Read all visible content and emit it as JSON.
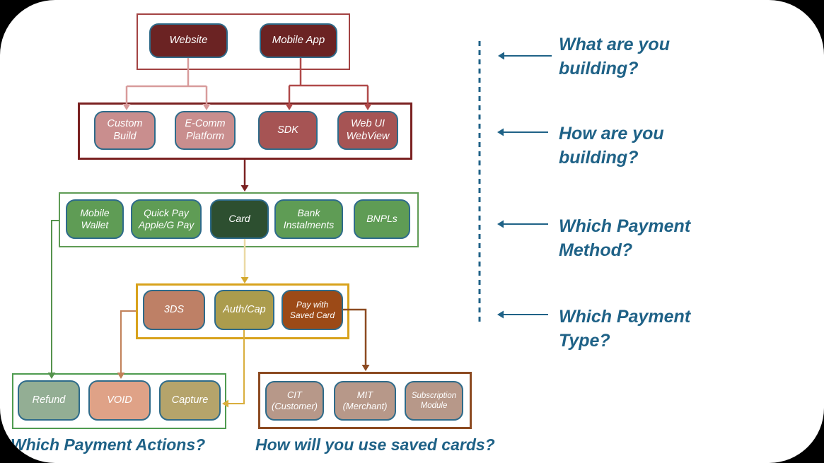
{
  "diagram": {
    "questions": [
      {
        "text": "What are you\nbuilding?"
      },
      {
        "text": "How are you\nbuilding?"
      },
      {
        "text": "Which Payment\nMethod?"
      },
      {
        "text": "Which Payment\nType?"
      }
    ],
    "captions": {
      "payment_actions": "Which Payment Actions?",
      "saved_cards": "How will you use saved cards?"
    },
    "groups": {
      "building": {
        "border": "#A34343",
        "boxes": [
          {
            "label": "Website",
            "color": "#6B2323"
          },
          {
            "label": "Mobile App",
            "color": "#6B2323"
          }
        ]
      },
      "build_method": {
        "border": "#7A2121",
        "boxes": [
          {
            "label": "Custom\nBuild",
            "color": "#C98E8E"
          },
          {
            "label": "E-Comm\nPlatform",
            "color": "#C98E8E"
          },
          {
            "label": "SDK",
            "color": "#A65454"
          },
          {
            "label": "Web UI\nWebView",
            "color": "#A65454"
          }
        ]
      },
      "payment_method": {
        "border": "#5F9C55",
        "boxes": [
          {
            "label": "Mobile\nWallet",
            "color": "#5F9C55"
          },
          {
            "label": "Quick Pay\nApple/G Pay",
            "color": "#5F9C55"
          },
          {
            "label": "Card",
            "color": "#2D4F30"
          },
          {
            "label": "Bank\nInstalments",
            "color": "#5F9C55"
          },
          {
            "label": "BNPLs",
            "color": "#5F9C55"
          }
        ]
      },
      "payment_type": {
        "border": "#D8A21C",
        "boxes": [
          {
            "label": "3DS",
            "color": "#BE8066"
          },
          {
            "label": "Auth/Cap",
            "color": "#AB9C4D"
          },
          {
            "label": "Pay with\nSaved Card",
            "color": "#9C4A17"
          }
        ]
      },
      "payment_actions": {
        "border": "#4F9B50",
        "boxes": [
          {
            "label": "Refund",
            "color": "#93AE94"
          },
          {
            "label": "VOID",
            "color": "#DFA287"
          },
          {
            "label": "Capture",
            "color": "#B5A46B"
          }
        ]
      },
      "saved_cards": {
        "border": "#8C4A21",
        "boxes": [
          {
            "label": "CIT\n(Customer)",
            "color": "#B79889"
          },
          {
            "label": "MIT\n(Merchant)",
            "color": "#B79889"
          },
          {
            "label": "Subscription\nModule",
            "color": "#B79889"
          }
        ]
      }
    },
    "colors": {
      "box_border": "#2E6B8A",
      "question_text": "#1F6287",
      "connector_website": "#D89B9B",
      "connector_mobile_app": "#B04A4A",
      "connector_to_method": "#7A2121",
      "connector_card_line": "#EBD9A4",
      "connector_card_arrow": "#D4A92F",
      "connector_capture": "#D9AE3D",
      "connector_void": "#C18159",
      "connector_refund": "#55934D",
      "connector_saved_cards": "#8C4A21",
      "dashed_guide": "#1F6287"
    }
  }
}
